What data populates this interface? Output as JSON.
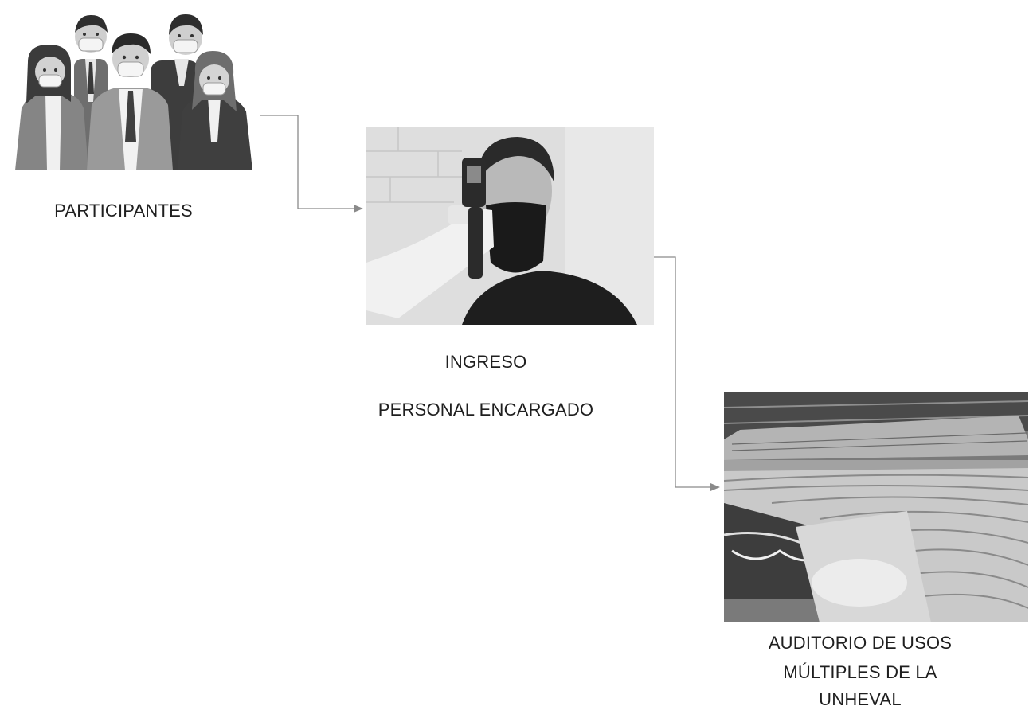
{
  "nodes": {
    "participants": {
      "label": "PARTICIPANTES",
      "image": "group-of-masked-people-illustration"
    },
    "entry": {
      "label_1": "INGRESO",
      "label_2": "PERSONAL ENCARGADO",
      "image": "temperature-check-photo"
    },
    "auditorium": {
      "label_1": "AUDITORIO DE USOS",
      "label_2": "MÚLTIPLES DE LA",
      "label_3": "UNHEVAL",
      "image": "auditorium-interior-photo"
    }
  },
  "edges": [
    {
      "from": "participants",
      "to": "entry"
    },
    {
      "from": "entry",
      "to": "auditorium"
    }
  ],
  "colors": {
    "connector": "#7a7a7a",
    "text": "#1f1f1f"
  }
}
